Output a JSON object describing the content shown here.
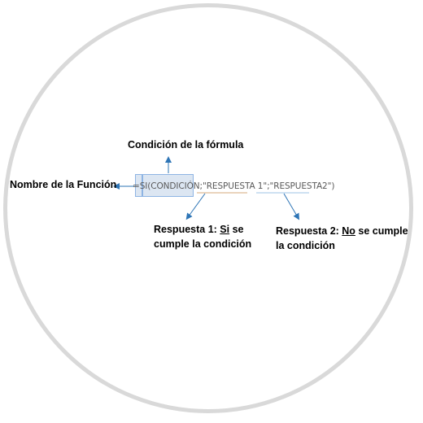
{
  "labels": {
    "condicion": "Condición de la fórmula",
    "funcion": "Nombre de la Función",
    "resp1_pre": "Respuesta 1: ",
    "resp1_u": "Si",
    "resp1_post": " se",
    "resp1_line2": "cumple la condición",
    "resp2_pre": "Respuesta 2: ",
    "resp2_u": "No",
    "resp2_post": " se cumple",
    "resp2_line2": "la condición"
  },
  "formula": {
    "eq": "=",
    "fn": "SI",
    "open": "(",
    "cond": "CONDICIÓN",
    "sep1": ";",
    "r1": "\"RESPUESTA 1\"",
    "sep2": ";",
    "r2": "\"RESPUESTA2\"",
    "close": ")"
  },
  "colors": {
    "arrow": "#2e75b6",
    "highlight_fill": "#dce6f2",
    "highlight_border": "#8eb4e3",
    "underline_r1": "#d6a87a",
    "underline_r2": "#9dc3e6",
    "ring": "#d9d9d9"
  }
}
